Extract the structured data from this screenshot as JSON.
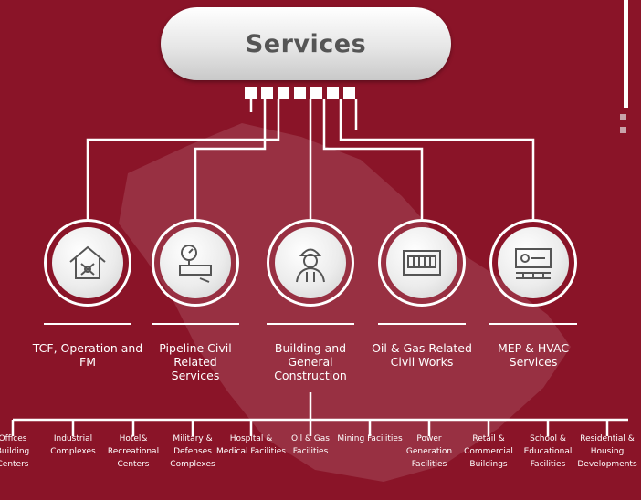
{
  "title": "Services",
  "colors": {
    "background": "#8a1428",
    "line": "#ffffff",
    "pill": "#e6e6e6",
    "title_text": "#555555"
  },
  "services": [
    {
      "label": "TCF, Operation and FM",
      "icon": "house-tools-icon"
    },
    {
      "label": "Pipeline Civil Related Services",
      "icon": "pipeline-gauge-icon"
    },
    {
      "label": "Building and General Construction",
      "icon": "construction-worker-icon"
    },
    {
      "label": "Oil & Gas Related Civil Works",
      "icon": "control-panel-icon"
    },
    {
      "label": "MEP & HVAC Services",
      "icon": "hvac-unit-icon"
    }
  ],
  "sectors": [
    "Offices Building Centers",
    "Industrial Complexes",
    "Hotel& Recreational Centers",
    "Military & Defenses Complexes",
    "Hospital & Medical Facilities",
    "Oil & Gas Facilities",
    "Mining Facilities",
    "Power Generation Facilities",
    "Retail & Commercial Buildings",
    "School & Educational Facilities",
    "Residential & Housing Developments"
  ]
}
